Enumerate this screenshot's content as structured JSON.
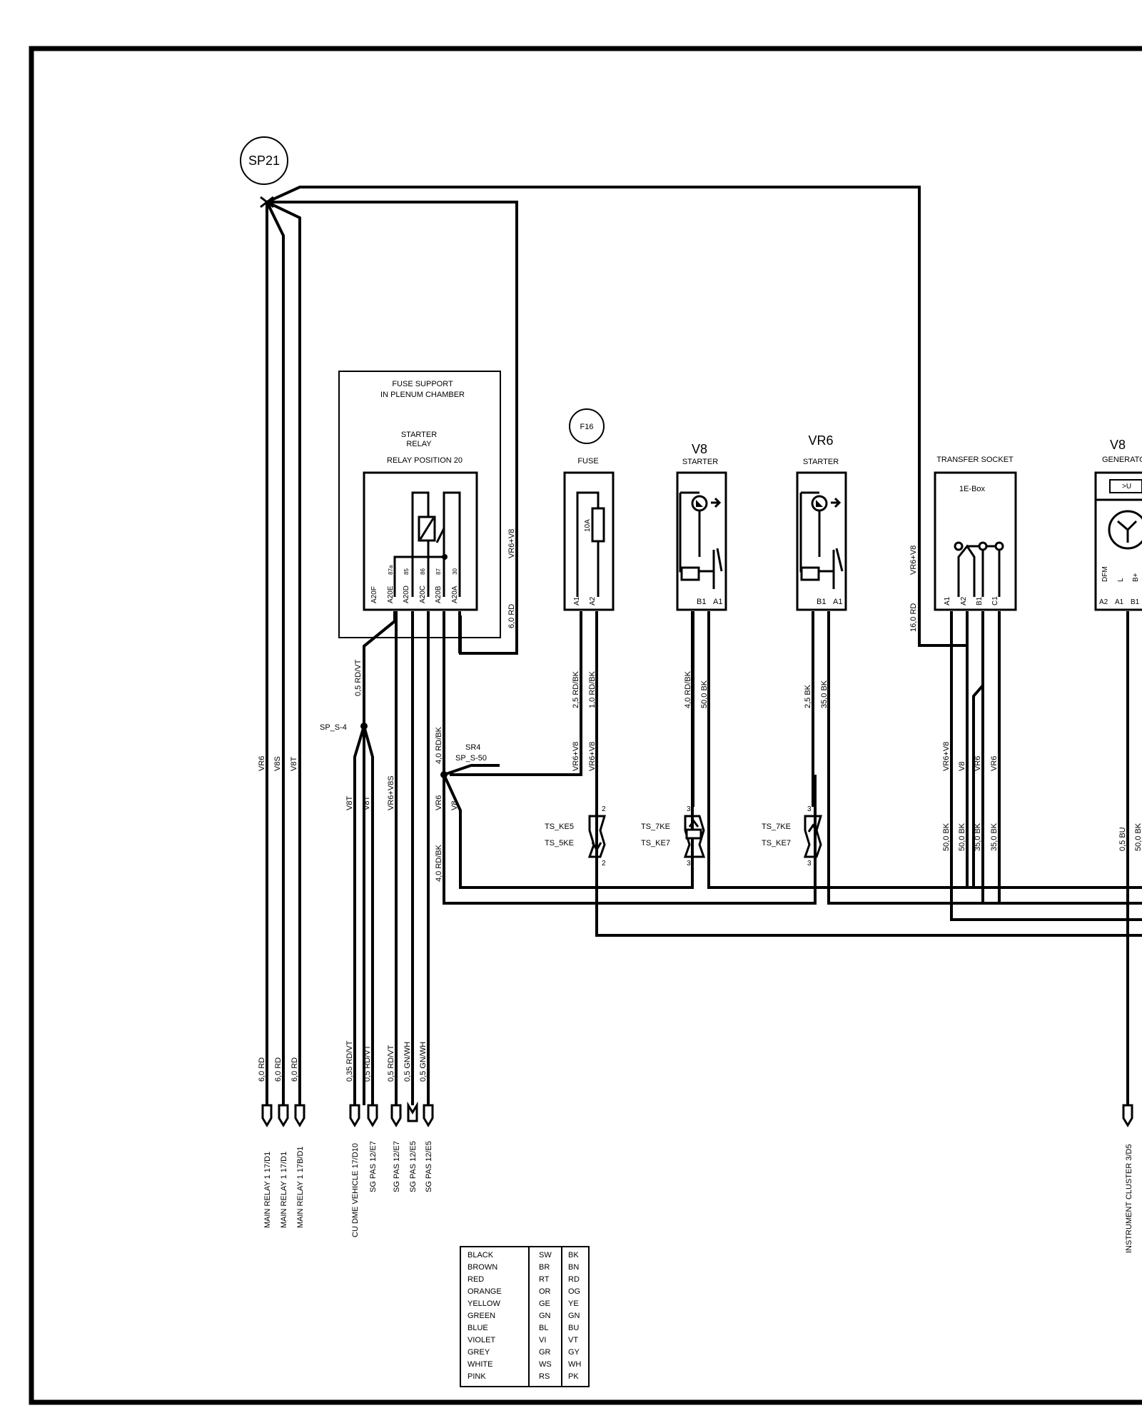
{
  "splices": {
    "sp21": "SP21",
    "f16": "F16",
    "sp_s4": "SP_S-4",
    "sr4": "SR4",
    "sp_s50": "SP_S-50"
  },
  "fuse_support": {
    "title1": "FUSE SUPPORT",
    "title2": "IN PLENUM CHAMBER",
    "sub1": "STARTER",
    "sub2": "RELAY",
    "sub3": "RELAY POSITION  20",
    "pins": [
      "A20F",
      "A20E",
      "A20D",
      "A20C",
      "A20B",
      "A20A"
    ],
    "pin_nums": [
      "87a",
      "85",
      "86",
      "87",
      "30"
    ],
    "side1": "VR6+V8",
    "side2": "6,0 RD"
  },
  "fuse": {
    "title": "FUSE",
    "rating": "10A",
    "pins": [
      "A1",
      "A2"
    ]
  },
  "v8_starter": {
    "model": "V8",
    "title": "STARTER",
    "pins": [
      "B1",
      "A1"
    ]
  },
  "vr6_starter": {
    "model": "VR6",
    "title": "STARTER",
    "pins": [
      "B1",
      "A1"
    ]
  },
  "transfer_socket": {
    "title": "TRANSFER SOCKET",
    "inner": "1E-Box",
    "pins": [
      "A1",
      "A2",
      "B1",
      "C1"
    ],
    "side1": "VR6+V8",
    "side2": "16,0 RD"
  },
  "generator": {
    "model": "V8",
    "title": "GENERATO",
    "inner": ">U",
    "side": [
      "DFM",
      "L",
      "B+"
    ],
    "pins": [
      "A2",
      "A1",
      "B1"
    ]
  },
  "wires": {
    "sp21": [
      "VR6",
      "V8S",
      "V8T"
    ],
    "relay_out": "0,5 RD/VT",
    "relay_v8t": [
      "V8T",
      "V8T"
    ],
    "relay_v8s": "VR6+V8S",
    "relay_b": "4,0 RD/BK",
    "relay_b2": [
      "VR6",
      "V8"
    ],
    "relay_b3": "4,0 RD/BK",
    "fuse_w": [
      "2,5 RD/BK",
      "1,0 RD/BK"
    ],
    "fuse_w2": [
      "VR6+V8",
      "VR6+V8"
    ],
    "v8s_w": [
      "4,0 RD/BK",
      "50,0 BK"
    ],
    "vr6s_w": [
      "2,5 BK",
      "35,0 BK"
    ],
    "ts_w": [
      "VR6+V8",
      "V8",
      "VR6",
      "VR6"
    ],
    "ts_w2": [
      "50,0 BK",
      "50,0 BK",
      "35,0 BK",
      "35,0 BK"
    ],
    "gen_w": [
      "0,5 BU",
      "50,0 BK"
    ]
  },
  "terminals": {
    "t1": {
      "a": "TS_KE5",
      "b": "TS_5KE",
      "n1": "2",
      "n2": "2"
    },
    "t2": {
      "a": "TS_7KE",
      "b": "TS_KE7",
      "n1": "3",
      "n2": "3"
    },
    "t3": {
      "a": "TS_7KE",
      "b": "TS_KE7",
      "n1": "3",
      "n2": "3"
    }
  },
  "bottom_wires": [
    "6,0 RD",
    "6,0 RD",
    "6,0 RD",
    "0,35 RD/VT",
    "0,5 RD/VT",
    "0,5 RD/VT",
    "0,5 GN/WH",
    "0,5 GN/WH"
  ],
  "destinations": [
    "MAIN RELAY 1  17/D1",
    "MAIN RELAY 1  17/D1",
    "MAIN RELAY 1  17B/D1",
    "CU DME   VEHICLE 17/D10",
    "SG PAS 12/E7",
    "SG PAS 12/E7",
    "SG PAS 12/E5",
    "SG PAS 12/E5"
  ],
  "instrument": {
    "dest": "INSTRUMENT CLUSTER  3/D5"
  },
  "color_legend": [
    [
      "BLACK",
      "SW",
      "BK"
    ],
    [
      "BROWN",
      "BR",
      "BN"
    ],
    [
      "RED",
      "RT",
      "RD"
    ],
    [
      "ORANGE",
      "OR",
      "OG"
    ],
    [
      "YELLOW",
      "GE",
      "YE"
    ],
    [
      "GREEN",
      "GN",
      "GN"
    ],
    [
      "BLUE",
      "BL",
      "BU"
    ],
    [
      "VIOLET",
      "VI",
      "VT"
    ],
    [
      "GREY",
      "GR",
      "GY"
    ],
    [
      "WHITE",
      "WS",
      "WH"
    ],
    [
      "PINK",
      "RS",
      "PK"
    ]
  ]
}
